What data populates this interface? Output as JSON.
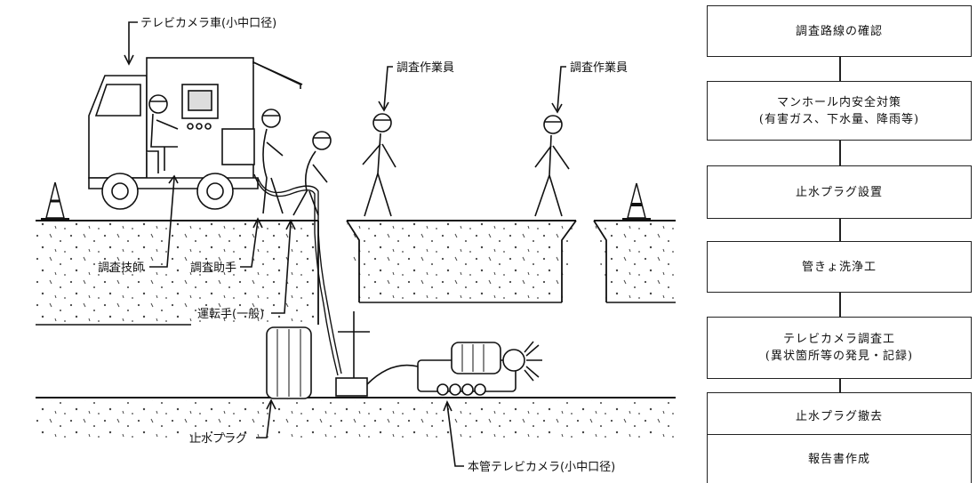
{
  "labels": {
    "camera_truck": "テレビカメラ車(小中口径)",
    "worker_1": "調査作業員",
    "worker_2": "調査作業員",
    "technician": "調査技師",
    "assistant": "調査助手",
    "driver": "運転手(一般)",
    "stop_plug": "止水プラグ",
    "main_camera": "本管テレビカメラ(小中口径)"
  },
  "flow": {
    "steps": [
      {
        "lines": [
          "調査路線の確認"
        ]
      },
      {
        "lines": [
          "マンホール内安全対策",
          "(有害ガス、下水量、降雨等)"
        ]
      },
      {
        "lines": [
          "止水プラグ設置"
        ]
      },
      {
        "lines": [
          "管きょ洗浄工"
        ]
      },
      {
        "lines": [
          "テレビカメラ調査工",
          "(異状箇所等の発見・記録)"
        ]
      },
      {
        "lines": [
          "止水プラグ撤去"
        ]
      },
      {
        "lines": [
          "報告書作成"
        ]
      }
    ]
  }
}
